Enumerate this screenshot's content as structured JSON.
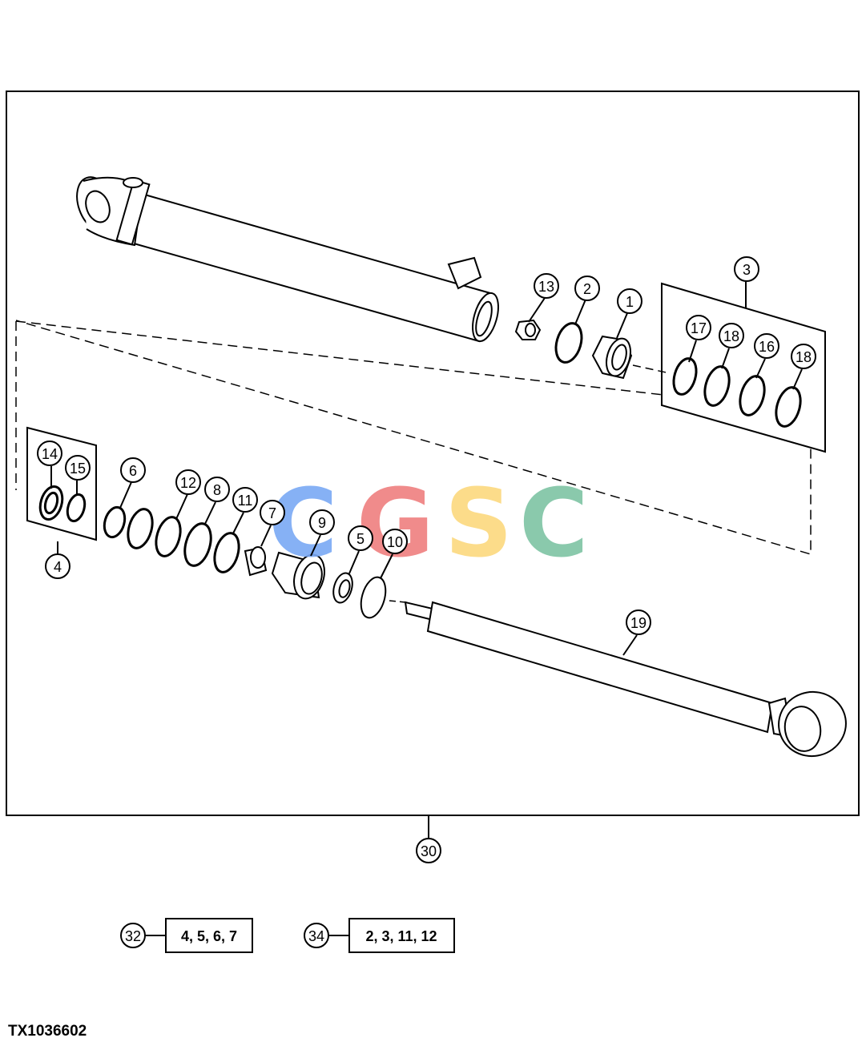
{
  "callouts": [
    {
      "id": "c1",
      "label": "1"
    },
    {
      "id": "c2",
      "label": "2"
    },
    {
      "id": "c3",
      "label": "3"
    },
    {
      "id": "c4",
      "label": "4"
    },
    {
      "id": "c5",
      "label": "5"
    },
    {
      "id": "c6",
      "label": "6"
    },
    {
      "id": "c7",
      "label": "7"
    },
    {
      "id": "c8",
      "label": "8"
    },
    {
      "id": "c9",
      "label": "9"
    },
    {
      "id": "c10",
      "label": "10"
    },
    {
      "id": "c11",
      "label": "11"
    },
    {
      "id": "c12",
      "label": "12"
    },
    {
      "id": "c13",
      "label": "13"
    },
    {
      "id": "c14",
      "label": "14"
    },
    {
      "id": "c15",
      "label": "15"
    },
    {
      "id": "c16",
      "label": "16"
    },
    {
      "id": "c17",
      "label": "17"
    },
    {
      "id": "c18a",
      "label": "18"
    },
    {
      "id": "c18b",
      "label": "18"
    },
    {
      "id": "c19",
      "label": "19"
    },
    {
      "id": "c30",
      "label": "30"
    }
  ],
  "kits": [
    {
      "callout": "32",
      "contents": "4, 5, 6, 7"
    },
    {
      "callout": "34",
      "contents": "2, 3, 11, 12"
    }
  ],
  "watermark": {
    "letters": [
      "C",
      "G",
      "S",
      "C"
    ],
    "colors": [
      "#7aa9f5",
      "#ef7f7f",
      "#fcd97e",
      "#7ec4a4"
    ]
  },
  "figure_id": "TX1036602"
}
